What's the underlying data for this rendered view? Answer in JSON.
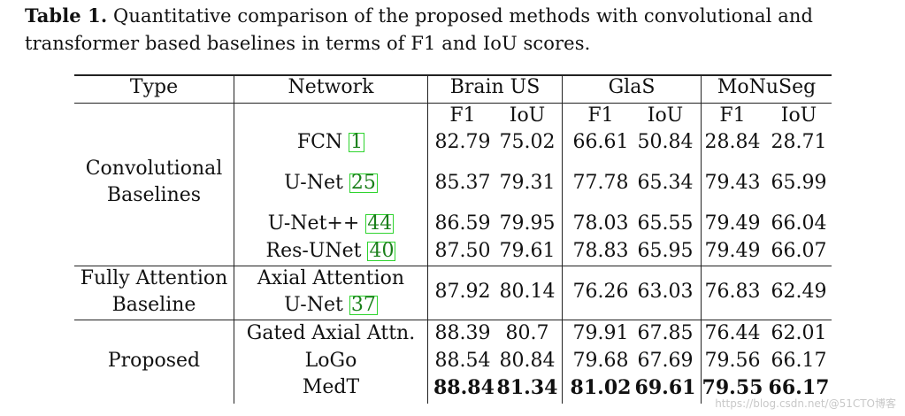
{
  "caption": {
    "label": "Table 1.",
    "text": " Quantitative comparison of the proposed methods with convolutional and transformer based baselines in terms of F1 and IoU scores."
  },
  "headers": {
    "type": "Type",
    "network": "Network",
    "datasets": [
      "Brain US",
      "GlaS",
      "MoNuSeg"
    ],
    "metric_f1": "F1",
    "metric_iou": "IoU"
  },
  "groups": {
    "conv": [
      "Convolutional",
      "Baselines"
    ],
    "attn": [
      "Fully Attention",
      "Baseline"
    ],
    "proposed": "Proposed"
  },
  "rows": [
    {
      "name": "FCN ",
      "ref": "1",
      "values": [
        "82.79",
        "75.02",
        "66.61",
        "50.84",
        "28.84",
        "28.71"
      ]
    },
    {
      "name": "U-Net ",
      "ref": "25",
      "values": [
        "85.37",
        "79.31",
        "77.78",
        "65.34",
        "79.43",
        "65.99"
      ]
    },
    {
      "name": "U-Net++ ",
      "ref": "44",
      "values": [
        "86.59",
        "79.95",
        "78.03",
        "65.55",
        "79.49",
        "66.04"
      ]
    },
    {
      "name": "Res-UNet ",
      "ref": "40",
      "values": [
        "87.50",
        "79.61",
        "78.83",
        "65.95",
        "79.49",
        "66.07"
      ]
    },
    {
      "name_line1": "Axial Attention",
      "name_line2": "U-Net ",
      "ref": "37",
      "values": [
        "87.92",
        "80.14",
        "76.26",
        "63.03",
        "76.83",
        "62.49"
      ]
    },
    {
      "name": "Gated Axial Attn.",
      "values": [
        "88.39",
        "80.7",
        "79.91",
        "67.85",
        "76.44",
        "62.01"
      ]
    },
    {
      "name": "LoGo",
      "values": [
        "88.54",
        "80.84",
        "79.68",
        "67.69",
        "79.56",
        "66.17"
      ]
    },
    {
      "name": "MedT",
      "values": [
        "88.84",
        "81.34",
        "81.02",
        "69.61",
        "79.55",
        "66.17"
      ]
    }
  ],
  "watermark": "https://blog.csdn.net/@51CTO博客"
}
